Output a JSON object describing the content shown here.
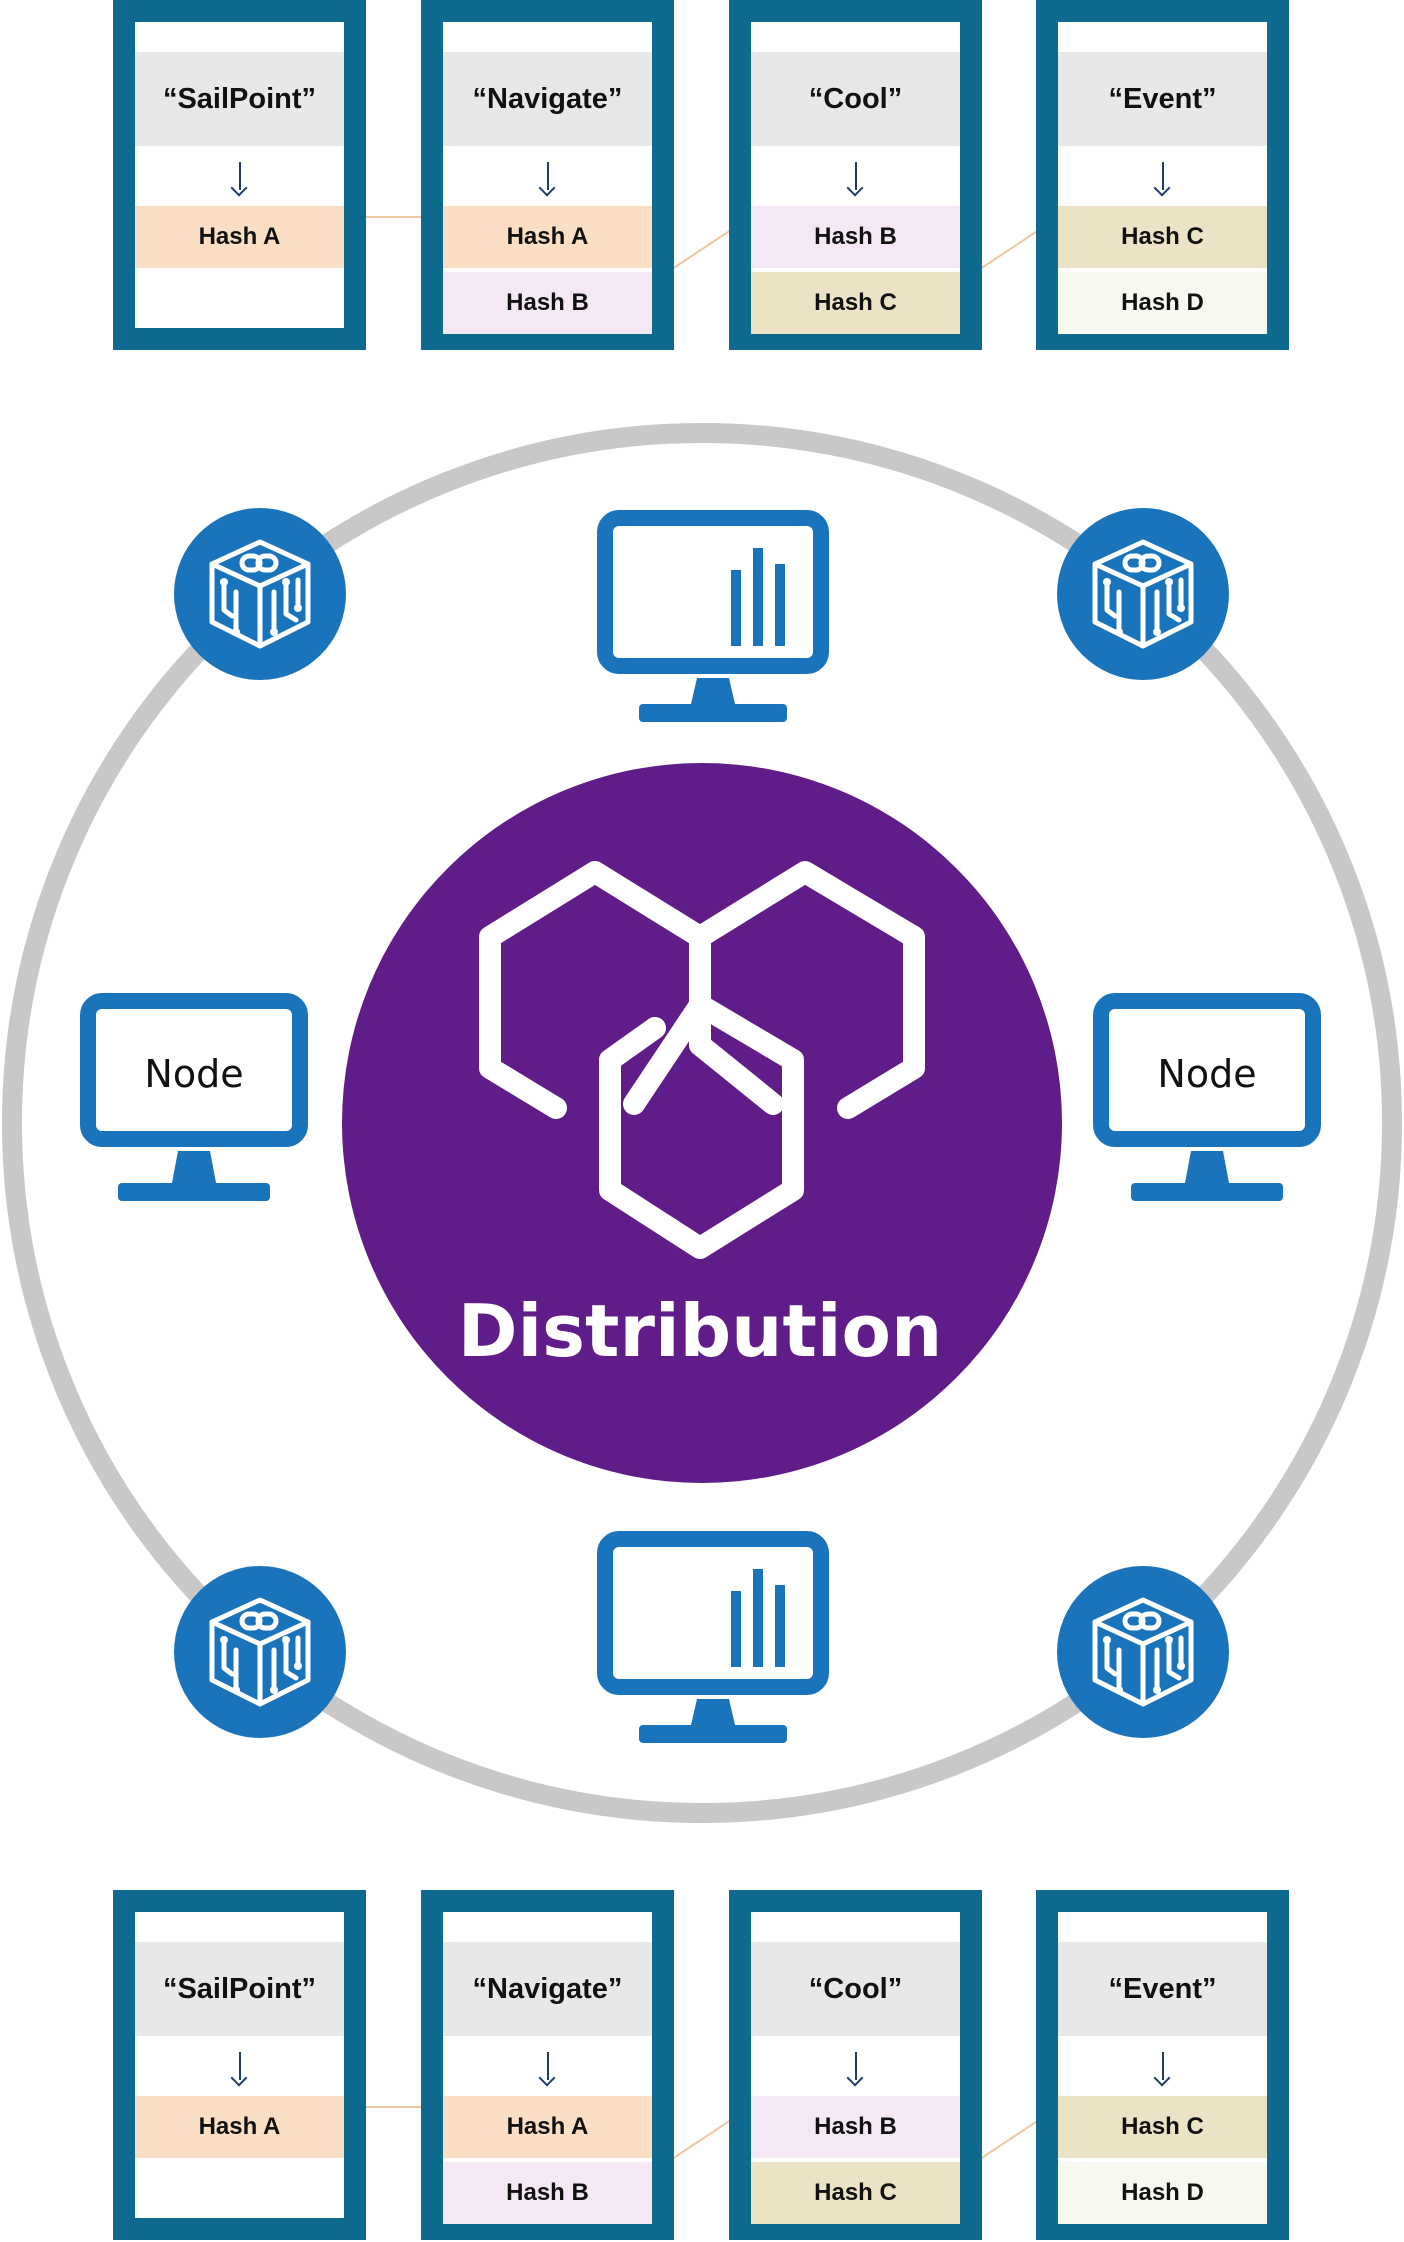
{
  "colors": {
    "block_border": "#0e6a8e",
    "word_band": "#e6e8ea",
    "hash_a": "#fbdfc4",
    "hash_b": "#f4e8f5",
    "hash_c": "#ece2c5",
    "hash_d": "#f7f9f1",
    "ring": "#c8c8c8",
    "device_blue": "#1a74bc",
    "center_purple": "#601c88",
    "connector": "#f0c6a1"
  },
  "chains": {
    "top": [
      {
        "word": "“SailPoint”",
        "hash1": "Hash A",
        "hash2": ""
      },
      {
        "word": "“Navigate”",
        "hash1": "Hash A",
        "hash2": "Hash B"
      },
      {
        "word": "“Cool”",
        "hash1": "Hash B",
        "hash2": "Hash C"
      },
      {
        "word": "“Event”",
        "hash1": "Hash C",
        "hash2": "Hash D"
      }
    ],
    "bottom": [
      {
        "word": "“SailPoint”",
        "hash1": "Hash A",
        "hash2": ""
      },
      {
        "word": "“Navigate”",
        "hash1": "Hash A",
        "hash2": "Hash B"
      },
      {
        "word": "“Cool”",
        "hash1": "Hash B",
        "hash2": "Hash C"
      },
      {
        "word": "“Event”",
        "hash1": "Hash C",
        "hash2": "Hash D"
      }
    ]
  },
  "network": {
    "center_label": "Distribution",
    "node_left": "Node",
    "node_right": "Node"
  },
  "icons": {
    "center": "blockchain-hexagons-icon",
    "chain_block": "chain-cube-icon",
    "monitor": "monitor-bar-chart-icon",
    "node": "node-monitor-icon"
  }
}
